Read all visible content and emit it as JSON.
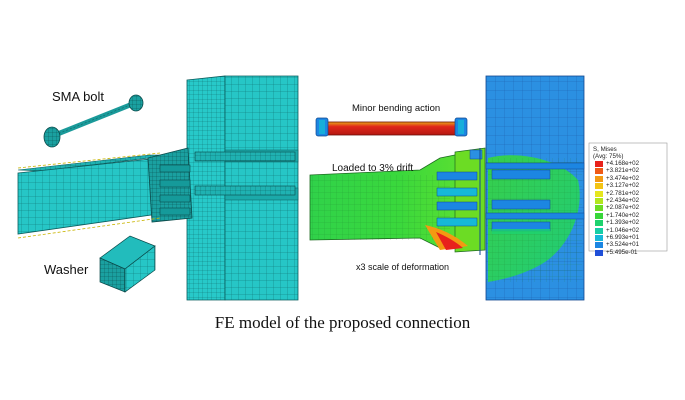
{
  "labels": {
    "sma_bolt": "SMA bolt",
    "washer": "Washer",
    "minor_bending": "Minor bending action",
    "loaded_drift": "Loaded to 3% drift",
    "scale_deformation": "x3 scale of deformation"
  },
  "legend": {
    "title": "S, Mises",
    "subtitle": "(Avg: 75%)",
    "values": [
      "+4.168e+02",
      "+3.821e+02",
      "+3.474e+02",
      "+3.127e+02",
      "+2.781e+02",
      "+2.434e+02",
      "+2.087e+02",
      "+1.740e+02",
      "+1.393e+02",
      "+1.046e+02",
      "+6.993e+01",
      "+3.524e+01",
      "+5.495e-01"
    ],
    "colors": [
      "#e8221c",
      "#ef5a16",
      "#f39a12",
      "#f3c414",
      "#e6e61e",
      "#b2e61e",
      "#6cdc24",
      "#38d63a",
      "#1ed26e",
      "#16cea6",
      "#16b8d8",
      "#1c86e2",
      "#1f4fd8"
    ]
  },
  "caption": "FE model of the proposed connection",
  "colors": {
    "mesh_cyan": "#22c4c4",
    "mesh_line": "#0c6a6a",
    "contour_blue": "#2a8ee0",
    "contour_green": "#38d63a"
  }
}
